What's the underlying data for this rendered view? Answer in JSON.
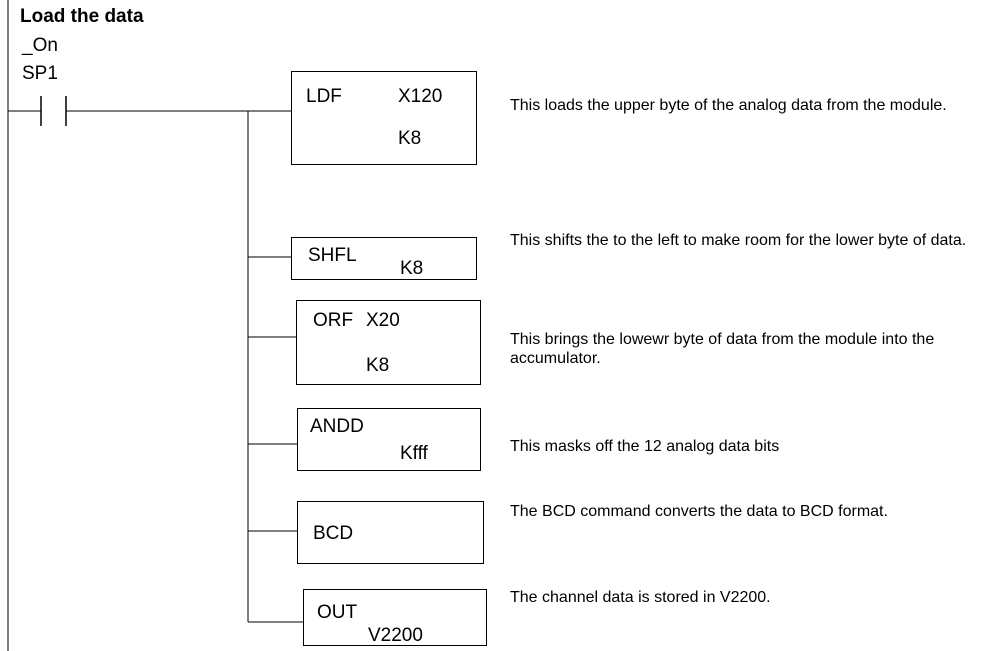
{
  "rung": {
    "title": "Load the data",
    "contact_label_line1": "_On",
    "contact_label_line2": "SP1"
  },
  "instructions": [
    {
      "mnemonic": "LDF",
      "operand": "X120",
      "constant": "K8",
      "comment": "This loads the upper byte of the analog data from the module."
    },
    {
      "mnemonic": "SHFL",
      "operand": "",
      "constant": "K8",
      "comment": "This shifts the to the left to make room for the lower byte of data."
    },
    {
      "mnemonic": "ORF",
      "operand": "X20",
      "constant": "K8",
      "comment": "This brings the lowewr byte of data from the module into the accumulator."
    },
    {
      "mnemonic": "ANDD",
      "operand": "",
      "constant": "Kfff",
      "comment": "This masks off the 12 analog data bits"
    },
    {
      "mnemonic": "BCD",
      "operand": "",
      "constant": "",
      "comment": "The BCD command converts the data to BCD format."
    },
    {
      "mnemonic": "OUT",
      "operand": "",
      "constant": "V2200",
      "comment": "The channel data is stored in V2200."
    }
  ]
}
